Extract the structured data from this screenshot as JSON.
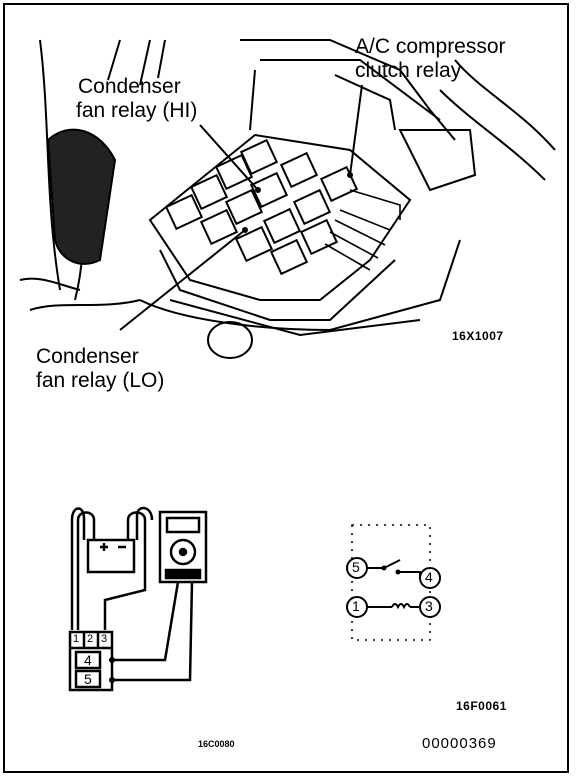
{
  "labels": {
    "ac_relay_line1": "A/C compressor",
    "ac_relay_line2": "clutch relay",
    "hi_relay_line1": "Condenser",
    "hi_relay_line2": "fan relay (HI)",
    "lo_relay_line1": "Condenser",
    "lo_relay_line2": "fan relay (LO)"
  },
  "codes": {
    "figure_top": "16X1007",
    "figure_circuit": "16F0061",
    "figure_meter": "16C0080",
    "document_number": "00000369"
  },
  "relay_terminals": {
    "top": [
      "1",
      "2",
      "3"
    ],
    "middle": "4",
    "bottom": "5"
  },
  "schematic_terminals": {
    "switch_left": "5",
    "switch_right": "4",
    "coil_left": "1",
    "coil_right": "3"
  },
  "icons": [
    "relay-box-illustration",
    "battery-icon",
    "multimeter-icon",
    "coil-symbol",
    "switch-symbol"
  ]
}
